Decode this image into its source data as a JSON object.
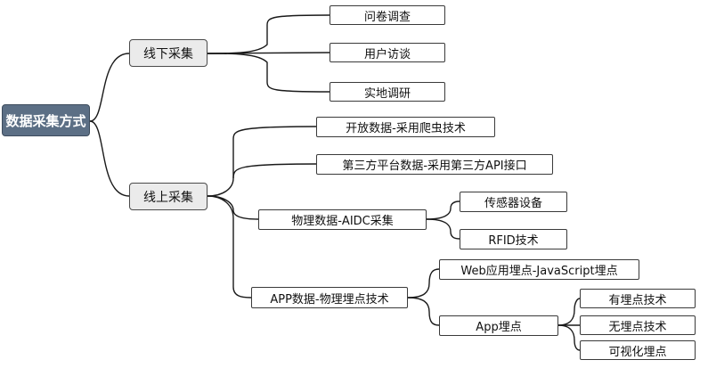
{
  "root": "数据采集方式",
  "offline": {
    "label": "线下采集",
    "children": [
      "问卷调查",
      "用户访谈",
      "实地调研"
    ]
  },
  "online": {
    "label": "线上采集",
    "children": {
      "open_data": "开放数据-采用爬虫技术",
      "third_party": "第三方平台数据-采用第三方API接口",
      "physical": {
        "label": "物理数据-AIDC采集",
        "children": [
          "传感器设备",
          "RFID技术"
        ]
      },
      "app": {
        "label": "APP数据-物理埋点技术",
        "web": "Web应用埋点-JavaScript埋点",
        "app_tracking": {
          "label": "App埋点",
          "children": [
            "有埋点技术",
            "无埋点技术",
            "可视化埋点"
          ]
        }
      }
    }
  }
}
